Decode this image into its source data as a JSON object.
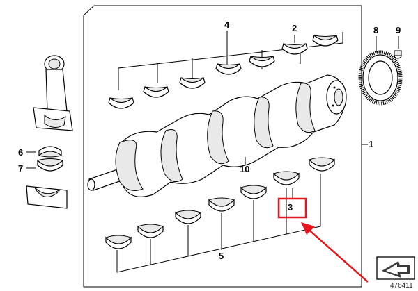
{
  "diagram": {
    "labels": {
      "l1": "1",
      "l2": "2",
      "l3": "3",
      "l4": "4",
      "l5": "5",
      "l6": "6",
      "l7": "7",
      "l8": "8",
      "l9": "9",
      "l10": "10"
    },
    "reference_number": "476411",
    "colors": {
      "highlight": "#e8141b",
      "line": "#000000",
      "part_fill": "#ffffff",
      "part_shade": "#e9e9e9"
    },
    "icons": {
      "nav_arrow": "navigation-arrow-icon"
    }
  }
}
